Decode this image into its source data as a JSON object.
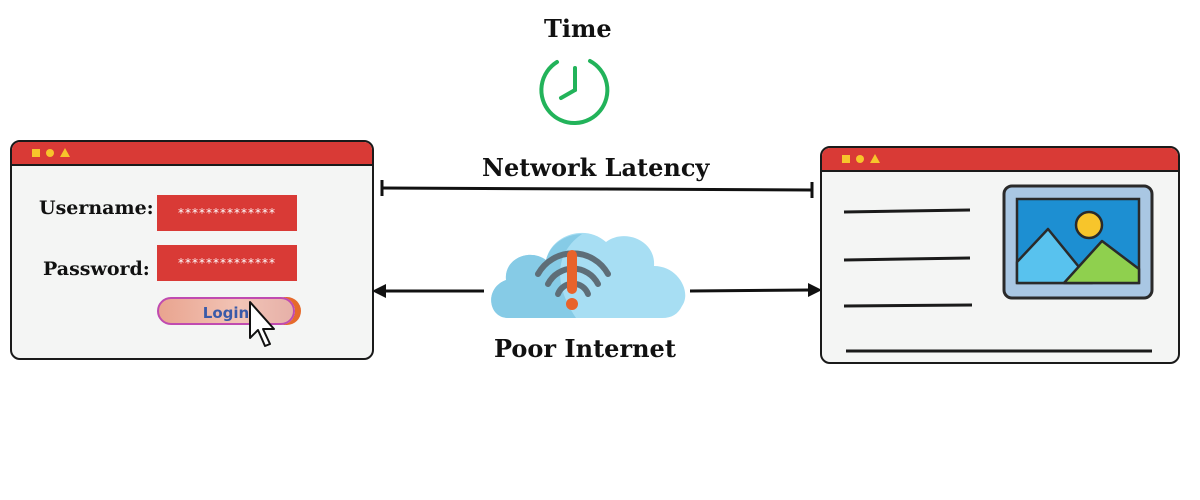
{
  "labels": {
    "time": "Time",
    "network_latency": "Network Latency",
    "poor_internet": "Poor Internet"
  },
  "login_window": {
    "username_label": "Username:",
    "username_value": "**************",
    "password_label": "Password:",
    "password_value": "**************",
    "login_button": "Login"
  },
  "colors": {
    "titlebar": "#d93a36",
    "window_controls": "#f7c52b",
    "clock": "#22b35a",
    "cloud": "#8fd3ee",
    "alert": "#e8632b",
    "field_bg": "#d93a36"
  },
  "icons": [
    "clock-icon",
    "cloud-icon",
    "wifi-alert-icon",
    "image-icon",
    "cursor-icon"
  ]
}
